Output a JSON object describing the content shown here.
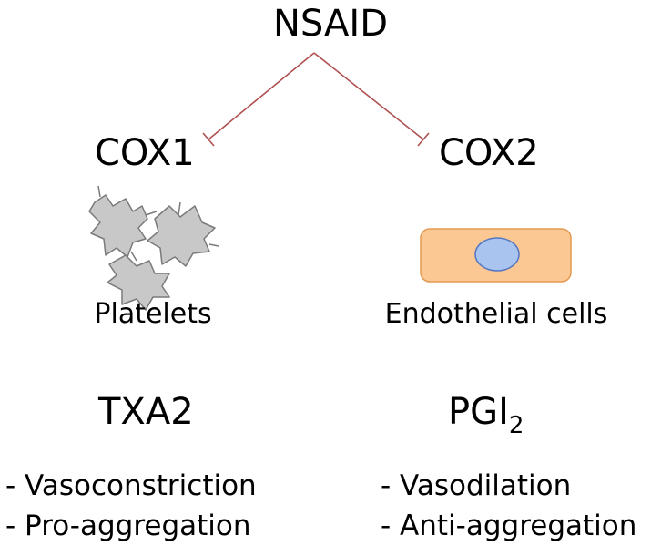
{
  "diagram": {
    "root": "NSAID",
    "left": {
      "enzyme": "COX1",
      "cell_type": "Platelets",
      "product": "TXA2",
      "effects": [
        "- Vasoconstriction",
        "- Pro-aggregation"
      ]
    },
    "right": {
      "enzyme": "COX2",
      "cell_type": "Endothelial cells",
      "product_base": "PGI",
      "product_subscript": "2",
      "effects": [
        "- Vasodilation",
        "- Anti-aggregation"
      ]
    },
    "colors": {
      "inhibition_line": "#b05050",
      "platelet_fill": "#c8c8c8",
      "platelet_stroke": "#7a7a7a",
      "cell_fill": "#fbc893",
      "cell_stroke": "#e39a52",
      "nucleus_fill": "#a9c4ef",
      "nucleus_stroke": "#5577c2"
    }
  }
}
